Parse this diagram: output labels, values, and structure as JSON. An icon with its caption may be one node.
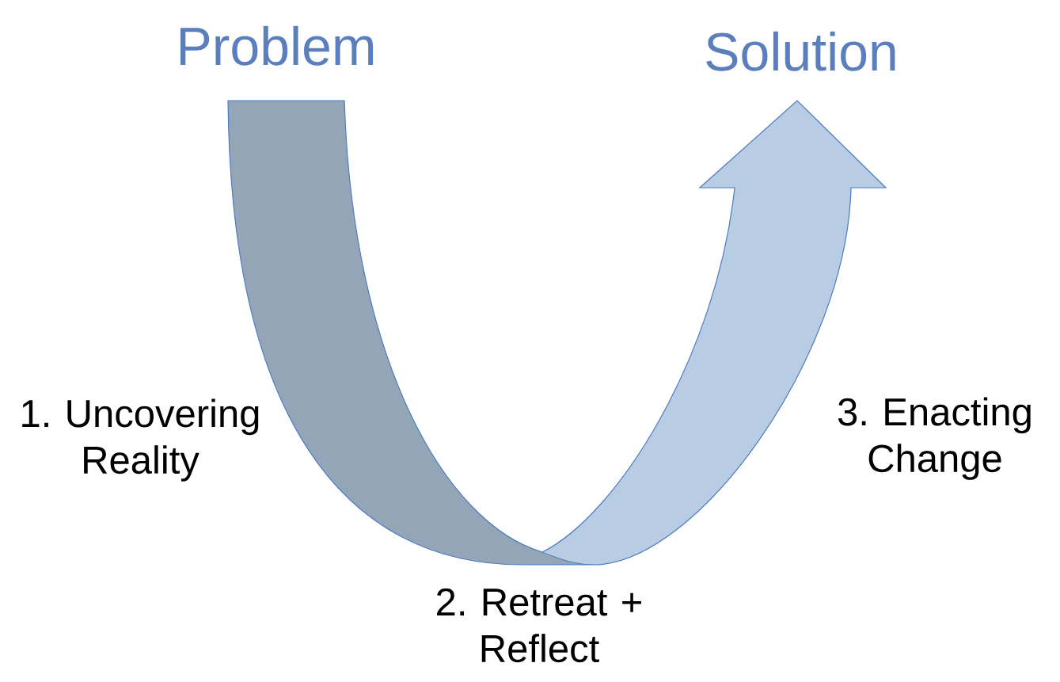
{
  "diagram": {
    "nodes": [
      {
        "text": [
          "Problem"
        ]
      },
      {
        "text": [
          "Solution"
        ]
      }
    ],
    "edges": [
      {
        "from": 0,
        "to": 1,
        "arrow": "to",
        "style": "thick"
      }
    ],
    "labels": [
      "1. Uncovering Reality",
      "2. Retreat + Reflect",
      "3. Enacting Change"
    ]
  }
}
